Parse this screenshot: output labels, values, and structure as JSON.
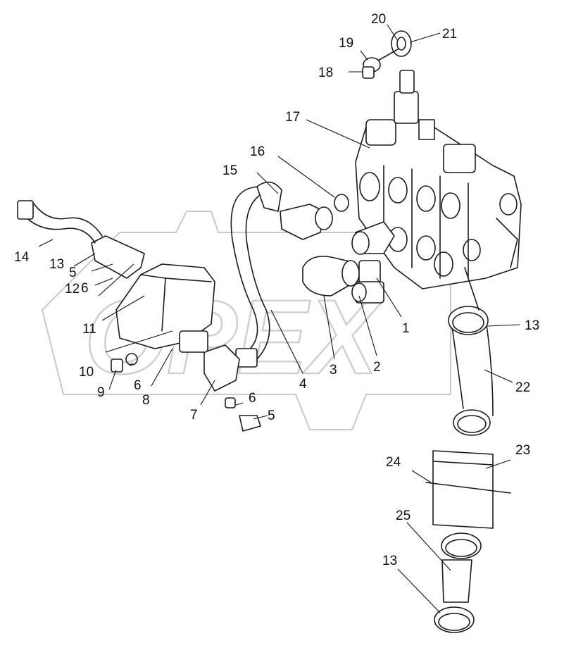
{
  "watermark": {
    "text": "OPEX"
  },
  "callouts": [
    "1",
    "2",
    "3",
    "4",
    "5",
    "5",
    "6",
    "6",
    "6",
    "7",
    "8",
    "9",
    "10",
    "11",
    "12",
    "13",
    "13",
    "13",
    "14",
    "15",
    "16",
    "17",
    "18",
    "19",
    "20",
    "21",
    "22",
    "23",
    "24",
    "25"
  ]
}
